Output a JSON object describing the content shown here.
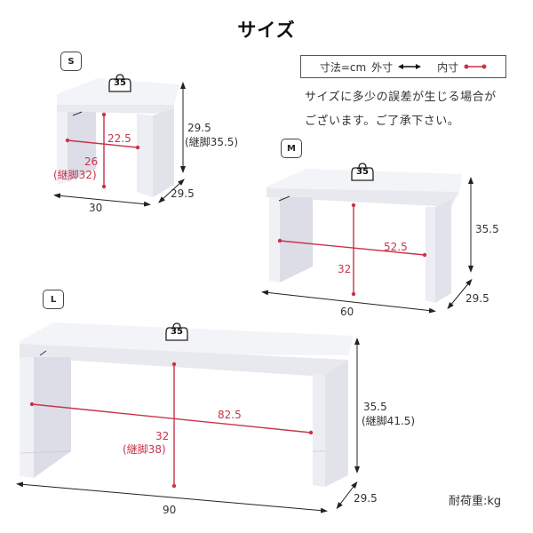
{
  "title": "サイズ",
  "legend": {
    "unit_label": "寸法=cm",
    "outer_label": "外寸",
    "inner_label": "内寸",
    "outer_icon": "black-double-arrow-icon",
    "inner_icon": "red-dot-line-icon",
    "inner_color": "#c8334a"
  },
  "notes": [
    "サイズに多少の誤差が生じる場合が",
    "ございます。ご了承下さい。"
  ],
  "models": {
    "S": {
      "tag": "S",
      "load_kg": "35",
      "width": "30",
      "depth": "29.5",
      "height": "29.5",
      "height_ext": "(継脚35.5)",
      "inner_width": "22.5",
      "inner_height": "26",
      "inner_height_ext": "(継脚32)"
    },
    "M": {
      "tag": "M",
      "load_kg": "35",
      "width": "60",
      "depth": "29.5",
      "height": "35.5",
      "inner_width": "52.5",
      "inner_height": "32"
    },
    "L": {
      "tag": "L",
      "load_kg": "35",
      "width": "90",
      "depth": "29.5",
      "height": "35.5",
      "height_ext": "(継脚41.5)",
      "inner_width": "82.5",
      "inner_height": "32",
      "inner_height_ext": "(継脚38)"
    }
  },
  "capacity_label": "耐荷重:kg",
  "colors": {
    "inner_dimension": "#c8334a",
    "outer_dimension": "#222222",
    "furniture_top": "#f4f5f8",
    "furniture_side": "#e8e9ef"
  }
}
